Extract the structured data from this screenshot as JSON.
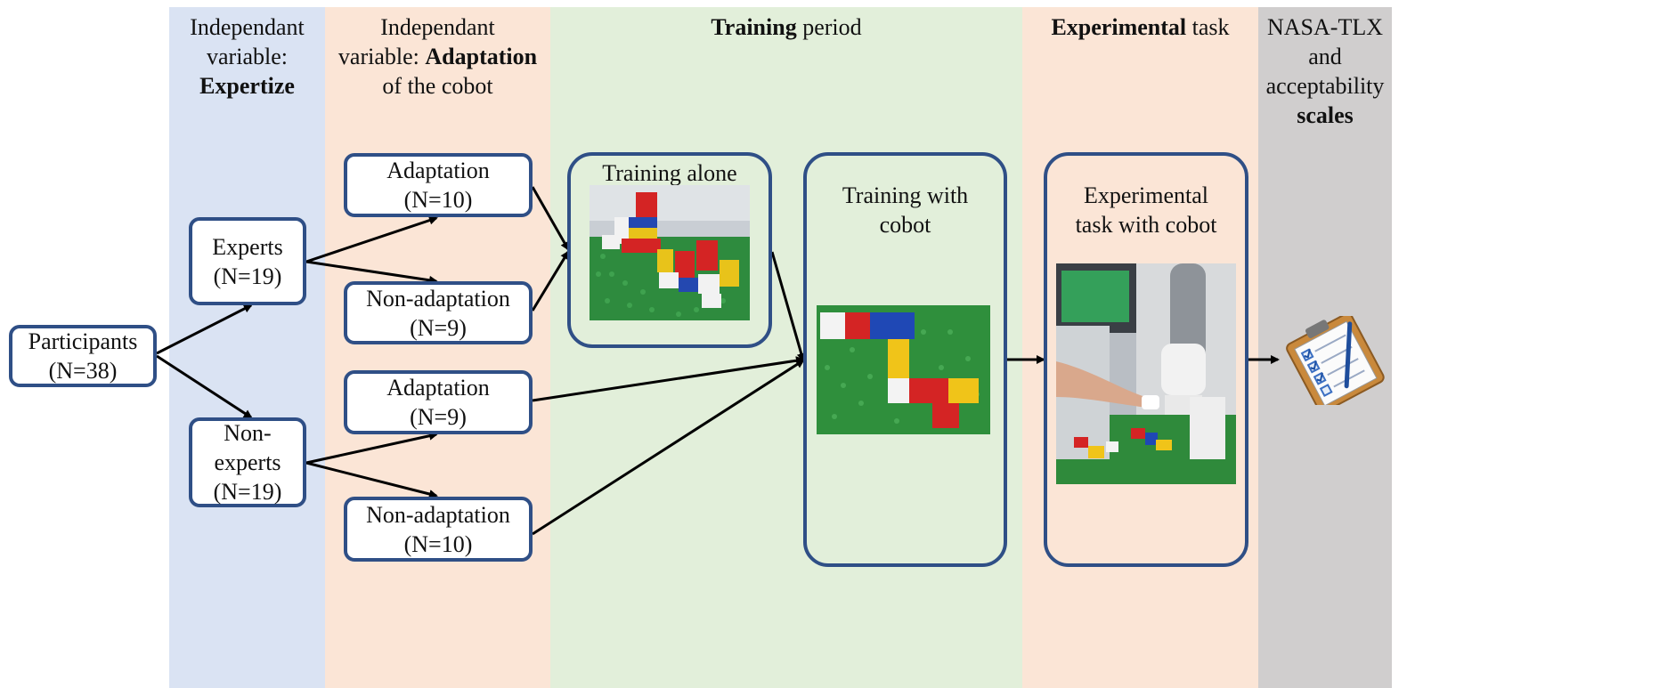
{
  "colors": {
    "band_blue": "#dae3f3",
    "band_peach": "#fbe5d6",
    "band_green": "#e2efda",
    "band_gray": "#d0cece",
    "box_border": "#2f4f86",
    "arrow": "#000000"
  },
  "headers": {
    "expertize": {
      "line1": "Independant",
      "line2": "variable:",
      "bold": "Expertize"
    },
    "adaptation": {
      "line1": "Independant",
      "line2_prefix": "variable: ",
      "line2_bold": "Adaptation",
      "line3": "of the cobot"
    },
    "training": {
      "bold": "Training",
      "rest": " period"
    },
    "experimental": {
      "bold": "Experimental",
      "rest": " task"
    },
    "scales": {
      "line1": "NASA-TLX",
      "line2": "and",
      "line3": "acceptability",
      "bold": "scales"
    }
  },
  "boxes": {
    "participants": {
      "label": "Participants",
      "count": "(N=38)"
    },
    "experts": {
      "label": "Experts",
      "count": "(N=19)"
    },
    "non_experts": {
      "line1": "Non-",
      "line2": "experts",
      "count": "(N=19)"
    },
    "exp_adaptation": {
      "label": "Adaptation",
      "count": "(N=10)"
    },
    "exp_non_adaptation": {
      "label": "Non-adaptation",
      "count": "(N=9)"
    },
    "nonexp_adaptation": {
      "label": "Adaptation",
      "count": "(N=9)"
    },
    "nonexp_non_adaptation": {
      "label": "Non-adaptation",
      "count": "(N=10)"
    },
    "training_alone": {
      "label": "Training alone"
    },
    "training_cobot": {
      "line1": "Training with",
      "line2": "cobot"
    },
    "experimental_task": {
      "line1": "Experimental",
      "line2": "task with cobot"
    }
  },
  "icons": {
    "clipboard": "clipboard-checklist-icon",
    "lego_tower_photo": "lego-tower-photo",
    "lego_path_photo": "lego-path-photo",
    "robot_photo": "cobot-robot-photo"
  }
}
